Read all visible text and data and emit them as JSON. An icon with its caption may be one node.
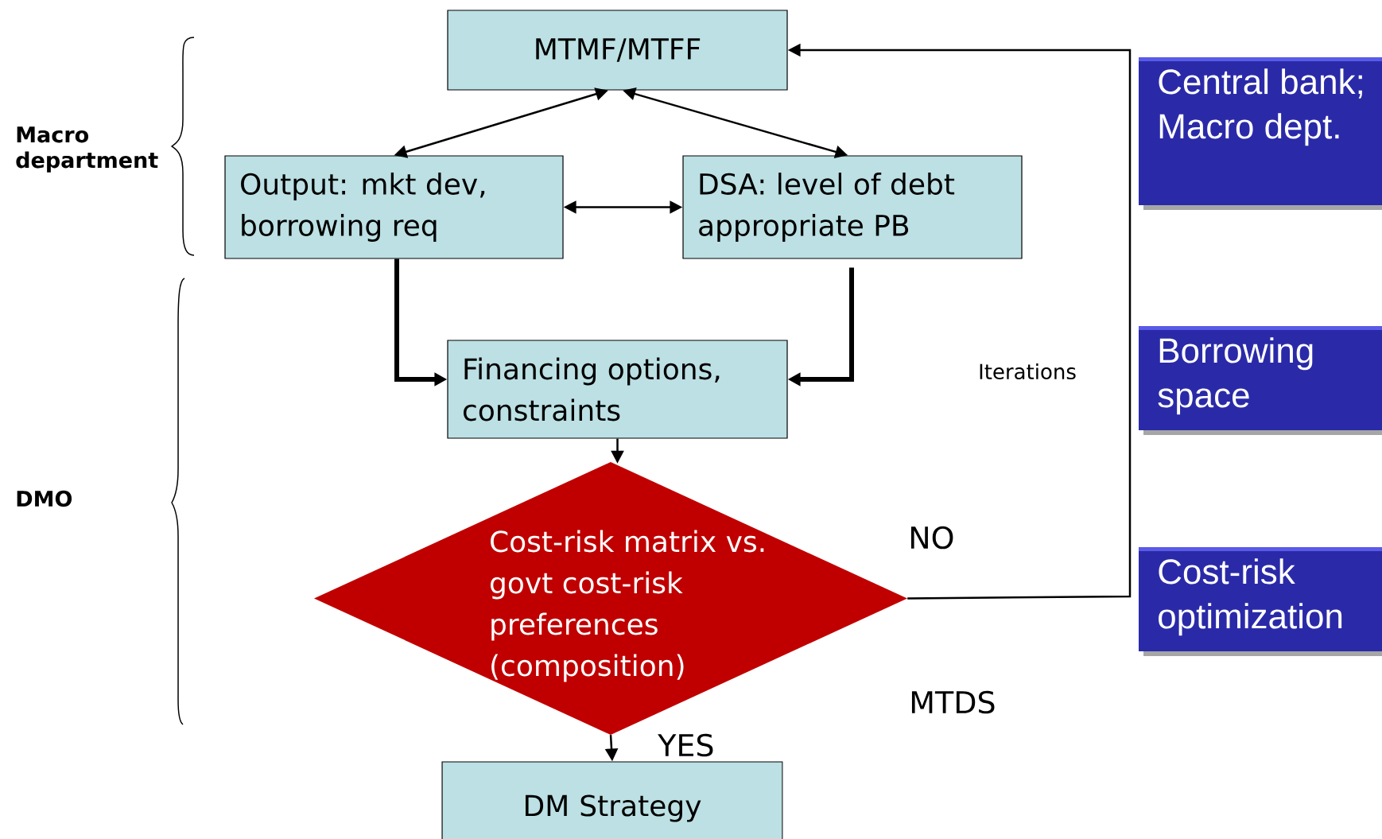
{
  "diagram": {
    "nodes": [
      {
        "text": [
          "MTMF/MTFF"
        ]
      },
      {
        "text": [
          "Output: mkt dev, borrowing req"
        ]
      },
      {
        "text": [
          "DSA: level of debt appropriate PB"
        ]
      },
      {
        "text": [
          "Financing options, constraints"
        ]
      },
      {
        "text": [
          "Cost-risk matrix vs. govt cost-risk preferences (composition)"
        ]
      },
      {
        "text": [
          "DM Strategy"
        ]
      },
      {
        "text": [
          "Central bank; Macro dept."
        ]
      },
      {
        "text": [
          "Borrowing space"
        ]
      },
      {
        "text": [
          "Cost-risk optimization"
        ]
      }
    ],
    "edges": [
      {
        "from": 0,
        "to": 1,
        "arrow": "both"
      },
      {
        "from": 0,
        "to": 2,
        "arrow": "both"
      },
      {
        "from": 1,
        "to": 2,
        "arrow": "both"
      },
      {
        "from": 1,
        "to": 3,
        "arrow": "to",
        "style": "thick"
      },
      {
        "from": 2,
        "to": 3,
        "arrow": "to",
        "style": "thick"
      },
      {
        "from": 3,
        "to": 4,
        "arrow": "to"
      },
      {
        "from": 4,
        "to": 5,
        "arrow": "to"
      },
      {
        "from": 4,
        "to": 0,
        "arrow": "to"
      }
    ],
    "labels": [
      "Macro department",
      "DMO",
      "Iterations",
      "NO",
      "MTDS",
      "YES"
    ]
  }
}
